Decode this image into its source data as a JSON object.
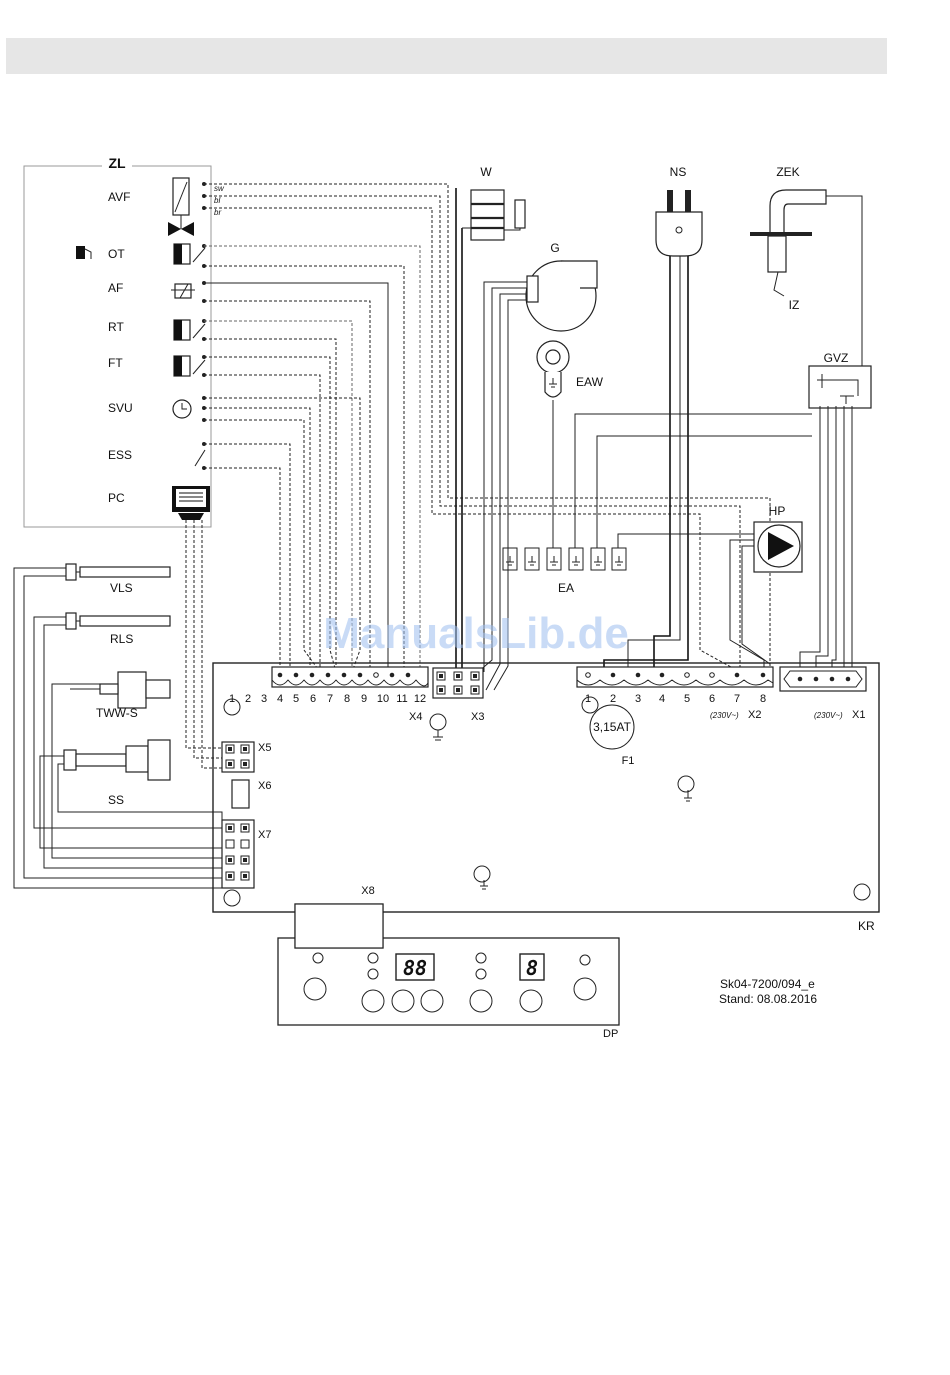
{
  "diagram": {
    "zl": {
      "title": "ZL",
      "items": [
        "AVF",
        "OT",
        "AF",
        "RT",
        "FT",
        "SVU",
        "ESS",
        "PC"
      ]
    },
    "avf_wire_labels": [
      "sw",
      "bl",
      "br"
    ],
    "sensors": [
      "VLS",
      "RLS",
      "TWW-S",
      "SS"
    ],
    "components": {
      "w": "W",
      "g": "G",
      "ns": "NS",
      "zek": "ZEK",
      "iz": "IZ",
      "gvz": "GVZ",
      "eaw": "EAW",
      "hp": "HP",
      "ea": "EA"
    },
    "board": {
      "label": "KR",
      "x4_pins": [
        "1",
        "2",
        "3",
        "4",
        "5",
        "6",
        "7",
        "8",
        "9",
        "10",
        "11",
        "12"
      ],
      "x2_pins": [
        "1",
        "2",
        "3",
        "4",
        "5",
        "6",
        "7",
        "8"
      ],
      "connectors": {
        "x1": "X1",
        "x2": "X2",
        "x3": "X3",
        "x4": "X4",
        "x5": "X5",
        "x6": "X6",
        "x7": "X7",
        "x8": "X8"
      },
      "voltage": "(230V~)",
      "fuse_value": "3,15AT",
      "fuse_label": "F1"
    },
    "display": {
      "label": "DP",
      "digits_left": "88",
      "digit_right": "8"
    },
    "reference": {
      "doc_id": "Sk04-7200/094_e",
      "stand": "Stand: 08.08.2016"
    },
    "watermark": "ManualsLib.de"
  }
}
